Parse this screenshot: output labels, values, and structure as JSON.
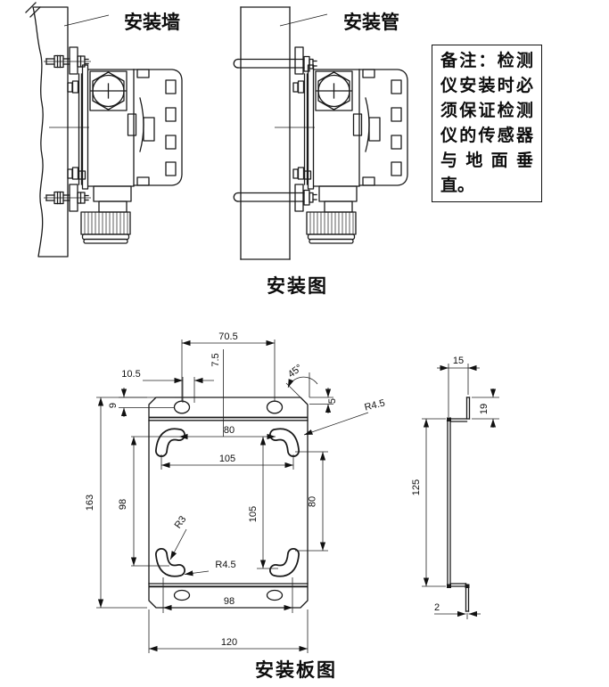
{
  "install_view": {
    "caption": "安装图",
    "wall_label": "安装墙",
    "pipe_label": "安装管"
  },
  "note": {
    "lines": [
      "备注：检测",
      "仪安装时必",
      "须保证检测",
      "仪的传感器",
      "与地面垂",
      "直。"
    ]
  },
  "plate_view": {
    "caption": "安装板图",
    "dims": {
      "top_span": "70.5",
      "center_offset": "7.5",
      "hole_offset": "10.5",
      "chamfer_angle": "45°",
      "top_edge": "9",
      "chamfer_depth": "5",
      "slot_inner_span": "80",
      "slot_outer_span": "105",
      "overall_height": "163",
      "slot_vspan_left": "98",
      "slot_vspan_mid": "105",
      "slot_vspan_right": "80",
      "slot_radius_inner": "R3",
      "slot_radius_top": "R4.5",
      "slot_radius_bottom": "R4.5",
      "bottom_span": "98",
      "overall_width": "120"
    }
  },
  "side_view": {
    "dims": {
      "flange_width": "15",
      "flange_height": "19",
      "web_height": "125",
      "thickness": "2"
    }
  }
}
